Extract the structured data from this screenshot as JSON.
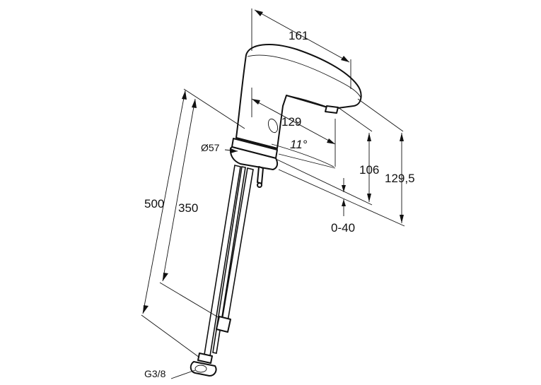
{
  "dimensions": {
    "spout_length": "161",
    "hole_distance": "129",
    "angle": "11°",
    "outlet_height": "106",
    "total_height": "129,5",
    "counter_thickness": "0-40",
    "base_diameter": "Ø57",
    "hose_length": "500",
    "rod_length": "350",
    "thread": "G3/8"
  },
  "colors": {
    "line": "#111111",
    "background": "#ffffff"
  }
}
